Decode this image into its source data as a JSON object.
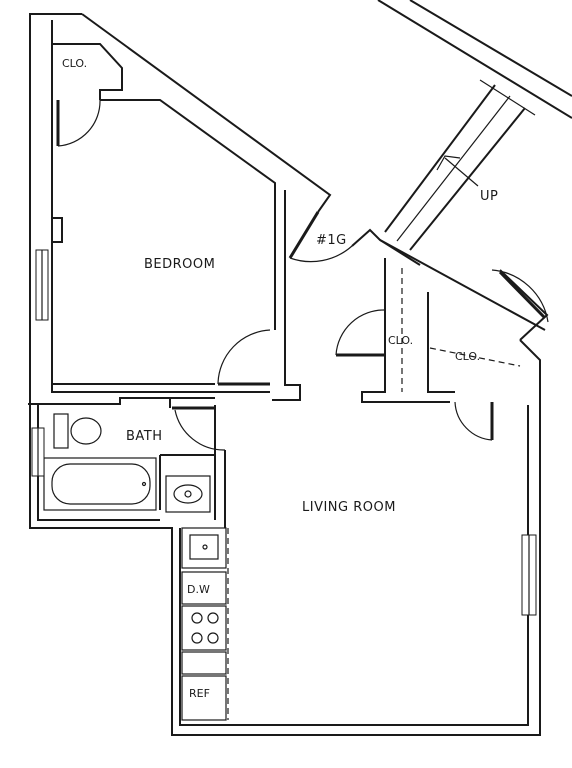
{
  "plan": {
    "labels": {
      "bedroom": "BEDROOM",
      "bath": "BATH",
      "living_room": "LIVING ROOM",
      "closet_top": "CLO.",
      "closet_mid": "CLO.",
      "closet_right": "CLO.",
      "unit": "#1G",
      "stairs": "UP",
      "dishwasher": "D.W",
      "refrigerator": "REF"
    }
  }
}
